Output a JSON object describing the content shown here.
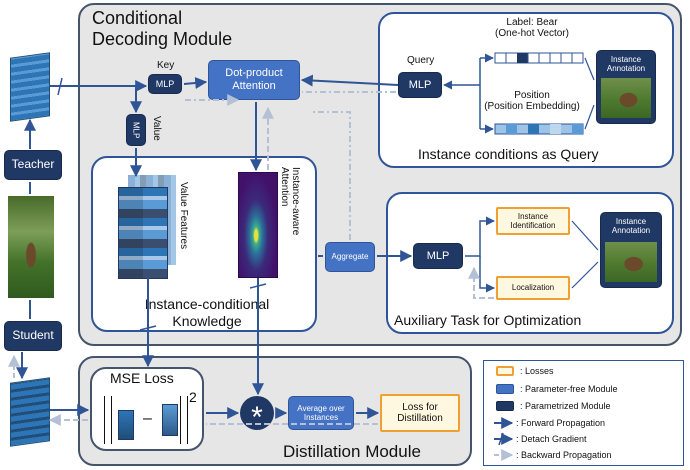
{
  "modules": {
    "decoding_title": "Conditional\nDecoding Module",
    "distillation_title": "Distillation Module"
  },
  "query_panel": {
    "query_label": "Query",
    "label_text": "Label: Bear\n(One-hot Vector)",
    "position_text": "Position\n(Position Embedding)",
    "caption": "Instance conditions as Query",
    "annotation": "Instance\nAnnotation"
  },
  "aux_panel": {
    "caption": "Auxiliary Task for Optimization",
    "identification": "Instance\nIdentification",
    "localization": "Localization",
    "annotation": "Instance\nAnnotation"
  },
  "knowledge_panel": {
    "caption": "Instance-conditional\nKnowledge",
    "value_features": "Value Features",
    "attention": "Instance-aware\nAttention"
  },
  "boxes": {
    "teacher": "Teacher",
    "student": "Student",
    "mlp_key": "MLP",
    "mlp_value": "MLP",
    "mlp_query": "MLP",
    "mlp_aux": "MLP",
    "dot_product": "Dot-product\nAttention",
    "aggregate": "Aggregate",
    "average": "Average over\nInstances",
    "loss": "Loss for\nDistillation"
  },
  "labels": {
    "key": "Key",
    "value": "Value",
    "mse": "MSE Loss",
    "exponent": "2",
    "minus": "–",
    "asterisk": "*"
  },
  "legend": [
    {
      "kind": "losses",
      "text": ": Losses"
    },
    {
      "kind": "parameter-free",
      "text": ": Parameter-free Module"
    },
    {
      "kind": "parametrized",
      "text": ": Parametrized Module"
    },
    {
      "kind": "forward",
      "text": ": Forward Propagation"
    },
    {
      "kind": "detach",
      "text": ": Detach Gradient"
    },
    {
      "kind": "backward",
      "text": ": Backward Propagation"
    }
  ],
  "colors": {
    "dark_blue": "#203864",
    "mid_blue": "#4472c4",
    "arrow_blue": "#2f5597",
    "backward_gray": "#b4c0d6",
    "loss_orange": "#f0a030",
    "panel_gray": "#e7e6e6"
  }
}
